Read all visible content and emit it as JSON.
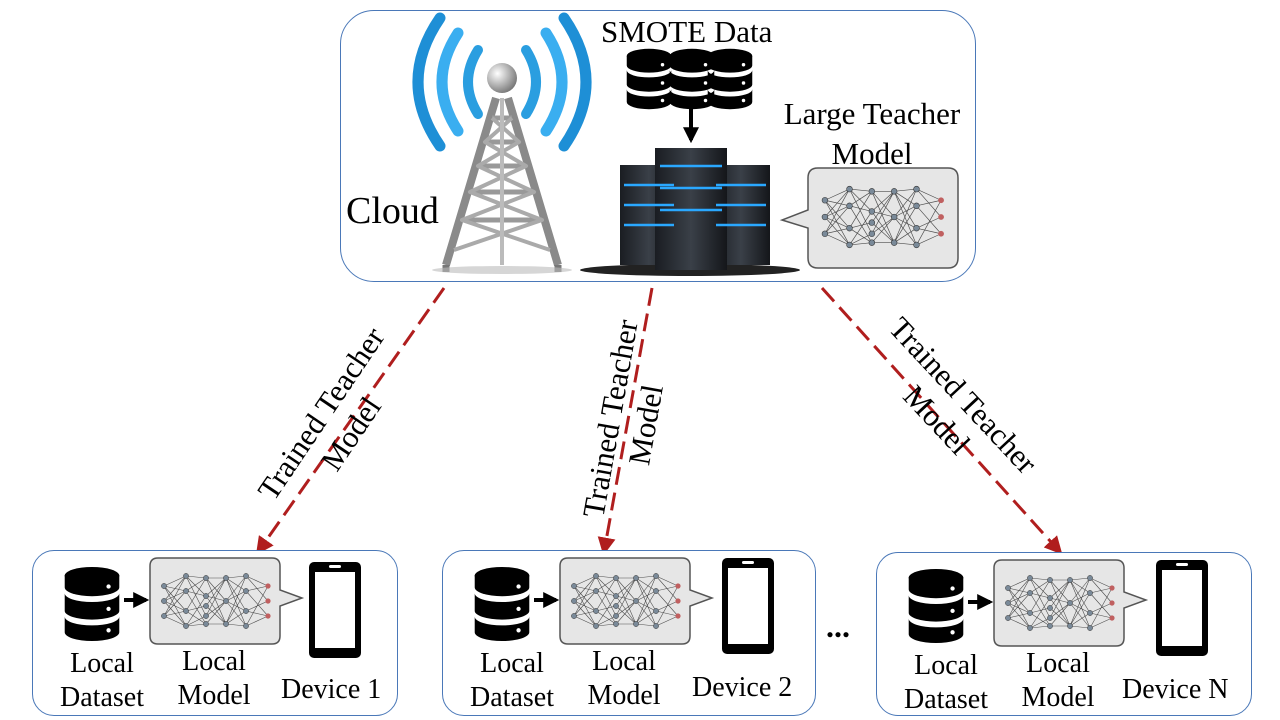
{
  "cloud": {
    "label": "Cloud",
    "smote_label": "SMOTE Data",
    "teacher_label_line1": "Large Teacher",
    "teacher_label_line2": "Model"
  },
  "links": [
    {
      "line1": "Trained Teacher",
      "line2": "Model"
    },
    {
      "line1": "Trained Teacher",
      "line2": "Model"
    },
    {
      "line1": "Trained Teacher",
      "line2": "Model"
    }
  ],
  "devices": [
    {
      "dataset_line1": "Local",
      "dataset_line2": "Dataset",
      "model_line1": "Local",
      "model_line2": "Model",
      "device": "Device 1"
    },
    {
      "dataset_line1": "Local",
      "dataset_line2": "Dataset",
      "model_line1": "Local",
      "model_line2": "Model",
      "device": "Device 2"
    },
    {
      "dataset_line1": "Local",
      "dataset_line2": "Dataset",
      "model_line1": "Local",
      "model_line2": "Model",
      "device": "Device N"
    }
  ],
  "ellipsis": "...",
  "colors": {
    "box_border": "#4a78b8",
    "link_dash": "#b01e1e",
    "antenna_wave": "#2a9ee0",
    "server_glow": "#2aa8ff"
  }
}
